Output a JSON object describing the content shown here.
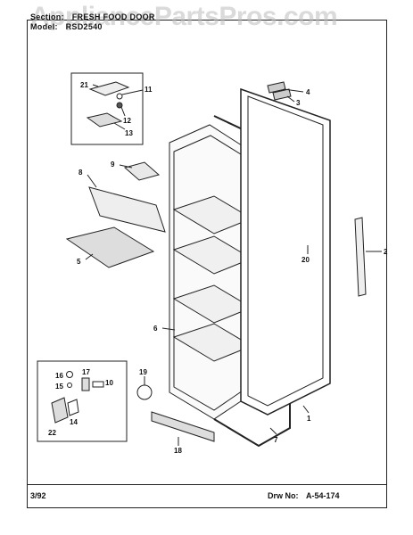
{
  "header": {
    "section_label": "Section:",
    "section_value": "FRESH FOOD DOOR",
    "model_label": "Model:",
    "model_value": "RSD2540"
  },
  "watermark": "AppliancePartsPros.com",
  "footer": {
    "date": "3/92",
    "drawing_label": "Drw No:",
    "drawing_number": "A-54-174"
  },
  "callouts": {
    "c1": "1",
    "c2": "2",
    "c3": "3",
    "c4": "4",
    "c5": "5",
    "c6": "6",
    "c7": "7",
    "c8": "8",
    "c9": "9",
    "c10": "10",
    "c11": "11",
    "c12": "12",
    "c13": "13",
    "c14": "14",
    "c15": "15",
    "c16": "16",
    "c17": "17",
    "c18": "18",
    "c19": "19",
    "c20": "20",
    "c21": "21",
    "c22": "22"
  }
}
